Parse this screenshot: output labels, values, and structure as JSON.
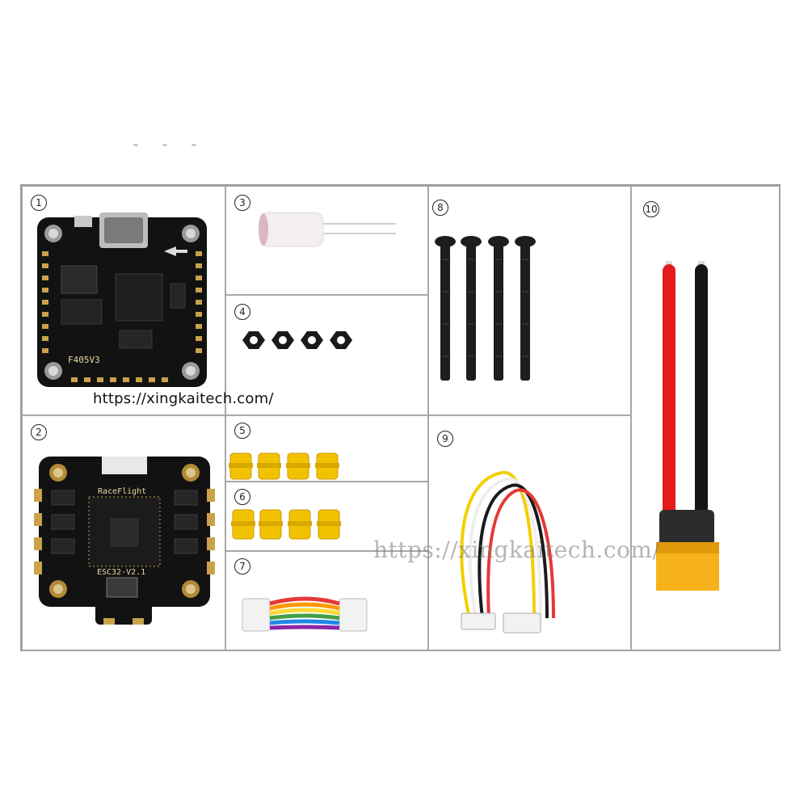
{
  "items": [
    {
      "number": "1",
      "kind": "flight-controller",
      "board_label": "F405V3"
    },
    {
      "number": "2",
      "kind": "esc-board",
      "board_top_label": "RaceFlight",
      "board_label": "ESC32-V2.1"
    },
    {
      "number": "3",
      "kind": "capacitor"
    },
    {
      "number": "4",
      "kind": "nuts"
    },
    {
      "number": "5",
      "kind": "damper-grommets"
    },
    {
      "number": "6",
      "kind": "damper-grommets"
    },
    {
      "number": "7",
      "kind": "rainbow-cable"
    },
    {
      "number": "8",
      "kind": "screws"
    },
    {
      "number": "9",
      "kind": "wire-loop-cable"
    },
    {
      "number": "10",
      "kind": "power-lead-xt60"
    }
  ],
  "watermarks": {
    "primary": "https://xingkaitech.com/",
    "secondary": "https://xingkaitech.com/"
  },
  "colors": {
    "pcb": "#121212",
    "pad_gold": "#c9a24a",
    "grommet_yellow": "#f2c200",
    "connector_yellow": "#f5b21a",
    "wire_red": "#e31b1b",
    "wire_black": "#151515"
  }
}
